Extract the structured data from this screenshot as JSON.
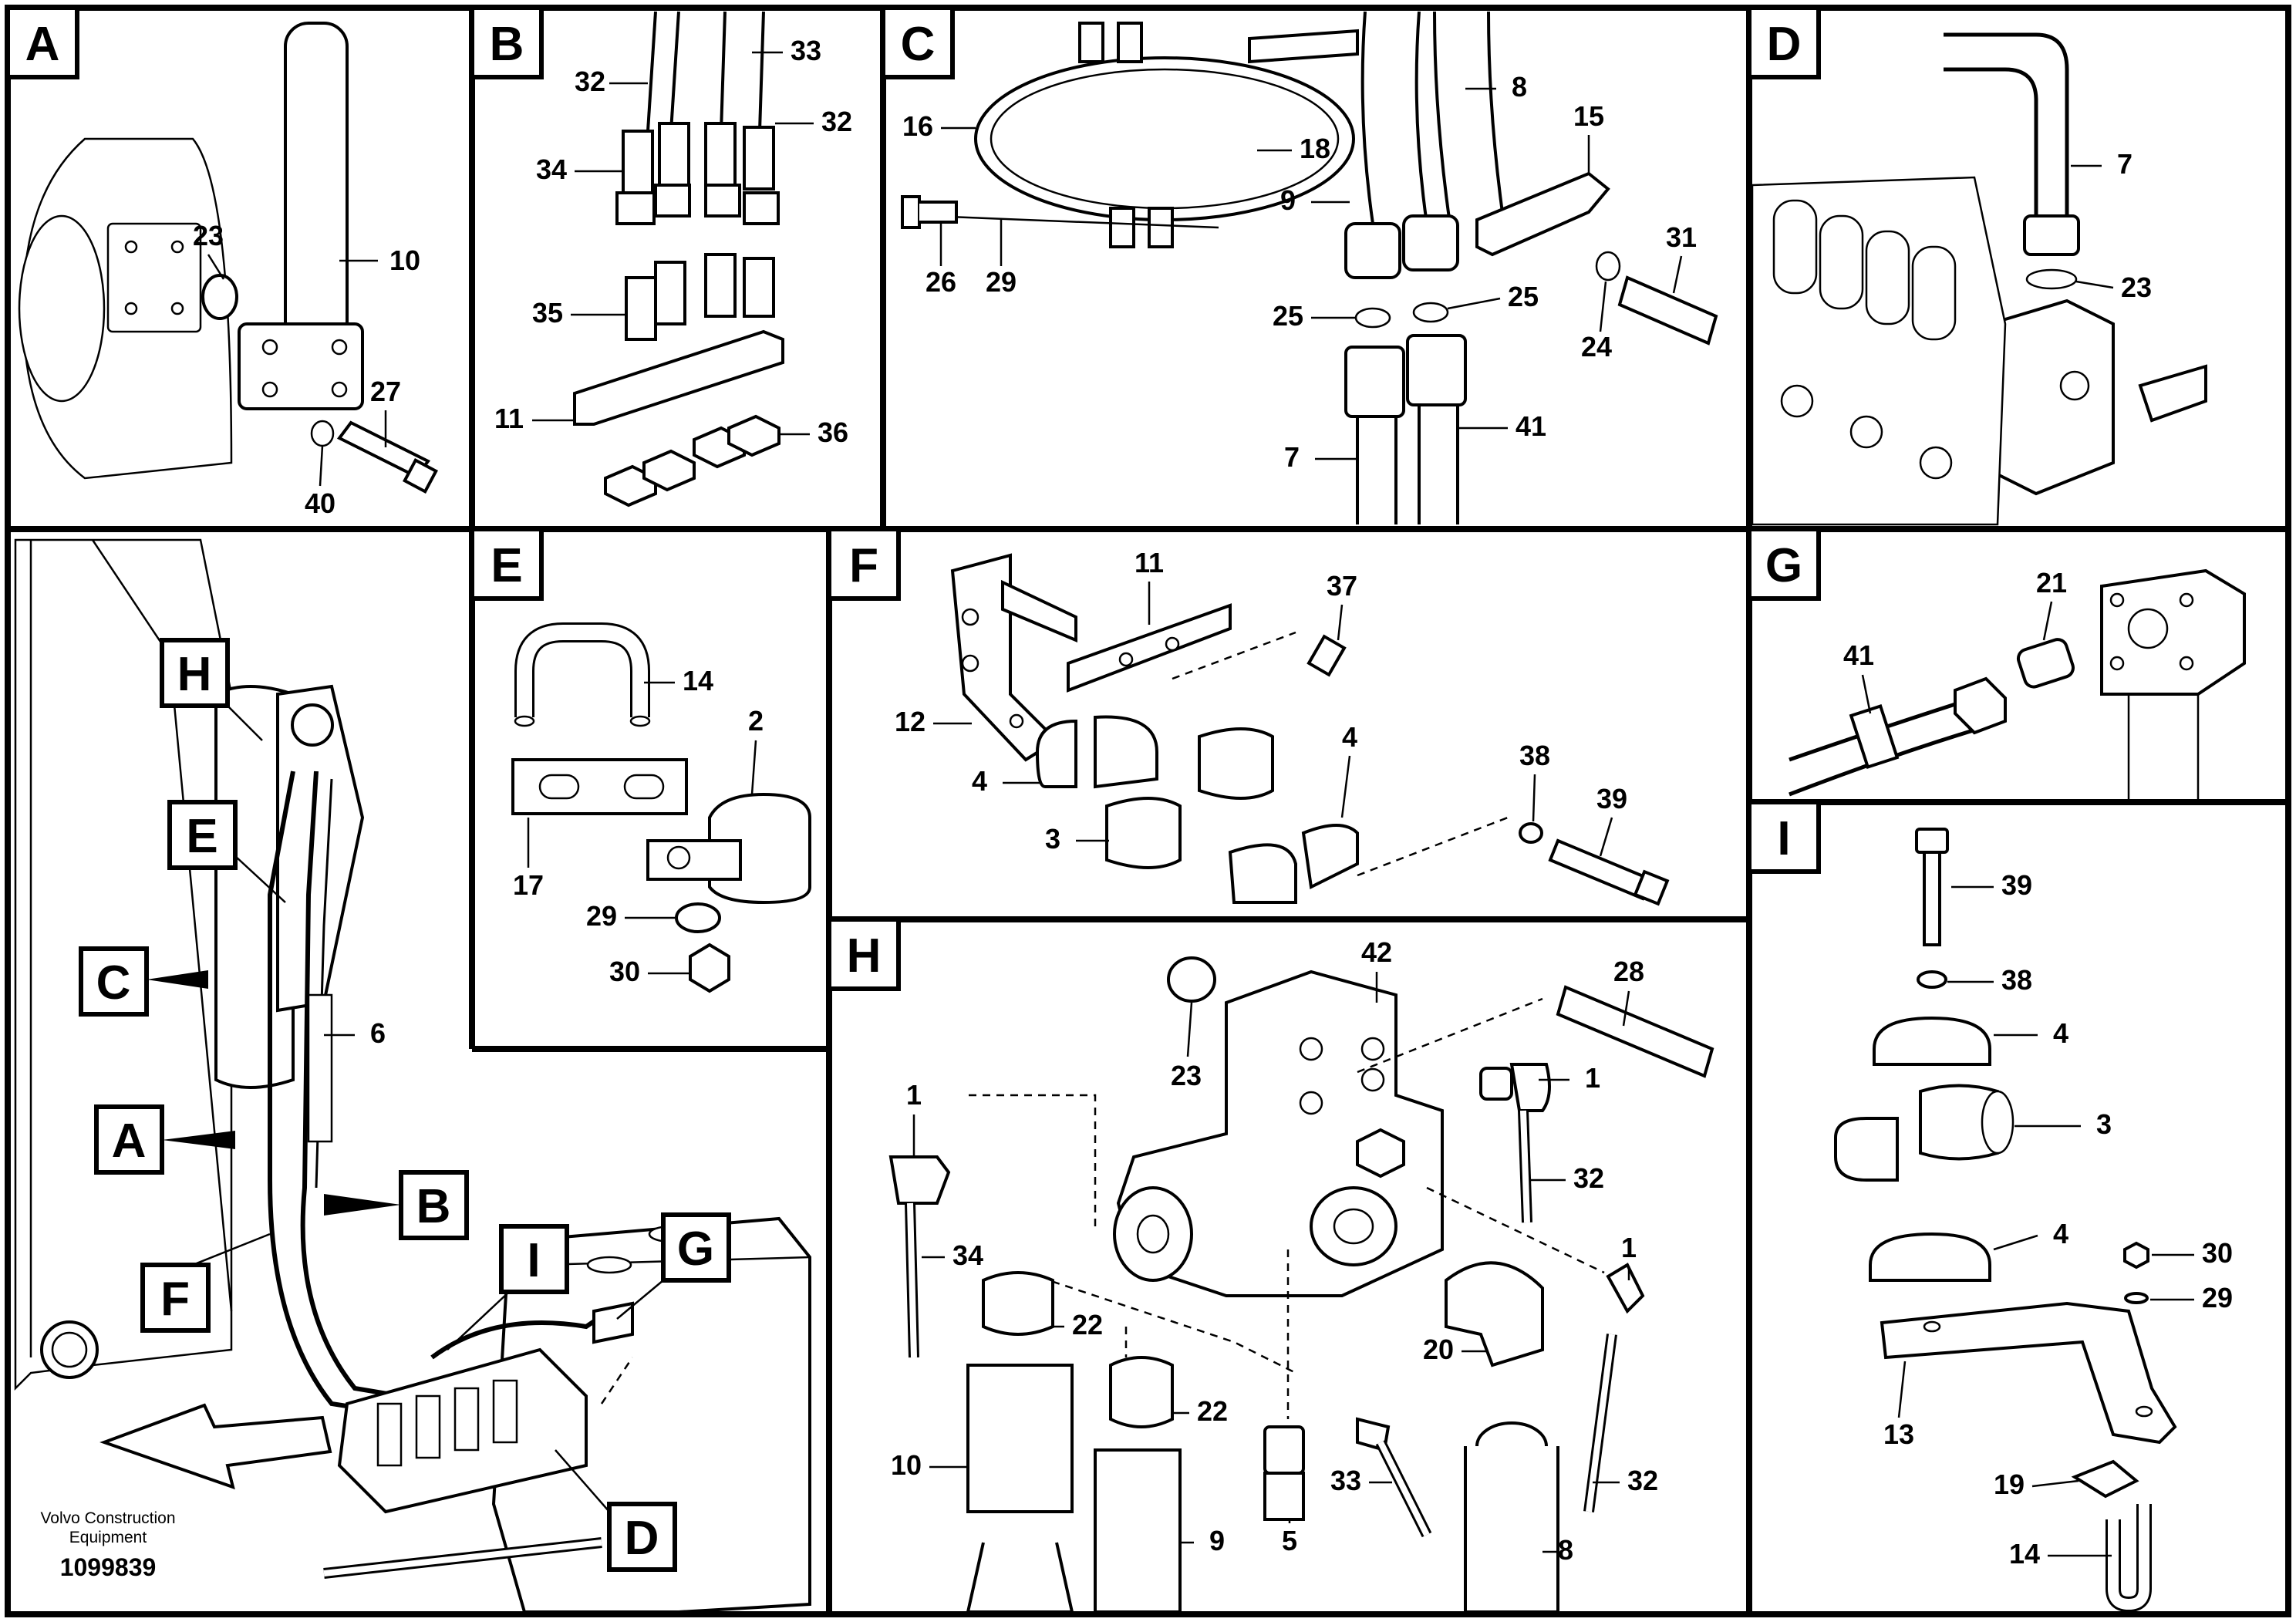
{
  "panels": [
    {
      "letter": "A",
      "callouts": [
        "23",
        "10",
        "27",
        "40"
      ]
    },
    {
      "letter": "B",
      "callouts": [
        "32",
        "33",
        "32",
        "34",
        "35",
        "11",
        "36"
      ]
    },
    {
      "letter": "C",
      "callouts": [
        "16",
        "18",
        "8",
        "15",
        "26",
        "29",
        "9",
        "25",
        "25",
        "24",
        "31",
        "7",
        "41"
      ]
    },
    {
      "letter": "D",
      "callouts": [
        "7",
        "23"
      ]
    },
    {
      "letter": "E",
      "callouts": [
        "14",
        "2",
        "17",
        "29",
        "30"
      ]
    },
    {
      "letter": "F",
      "callouts": [
        "11",
        "37",
        "12",
        "4",
        "4",
        "3",
        "38",
        "39"
      ]
    },
    {
      "letter": "G",
      "callouts": [
        "21",
        "41"
      ]
    },
    {
      "letter": "H",
      "callouts": [
        "42",
        "28",
        "23",
        "1",
        "1",
        "34",
        "22",
        "22",
        "10",
        "9",
        "32",
        "1",
        "20",
        "32",
        "33",
        "5",
        "8"
      ]
    },
    {
      "letter": "I",
      "callouts": [
        "39",
        "38",
        "4",
        "3",
        "4",
        "30",
        "29",
        "13",
        "19",
        "14"
      ]
    }
  ],
  "overview": {
    "view_labels": [
      "H",
      "E",
      "C",
      "A",
      "B",
      "F",
      "I",
      "G",
      "D"
    ],
    "callout": "6"
  },
  "footer": {
    "company_line1": "Volvo Construction",
    "company_line2": "Equipment",
    "drawing_number": "1099839"
  }
}
